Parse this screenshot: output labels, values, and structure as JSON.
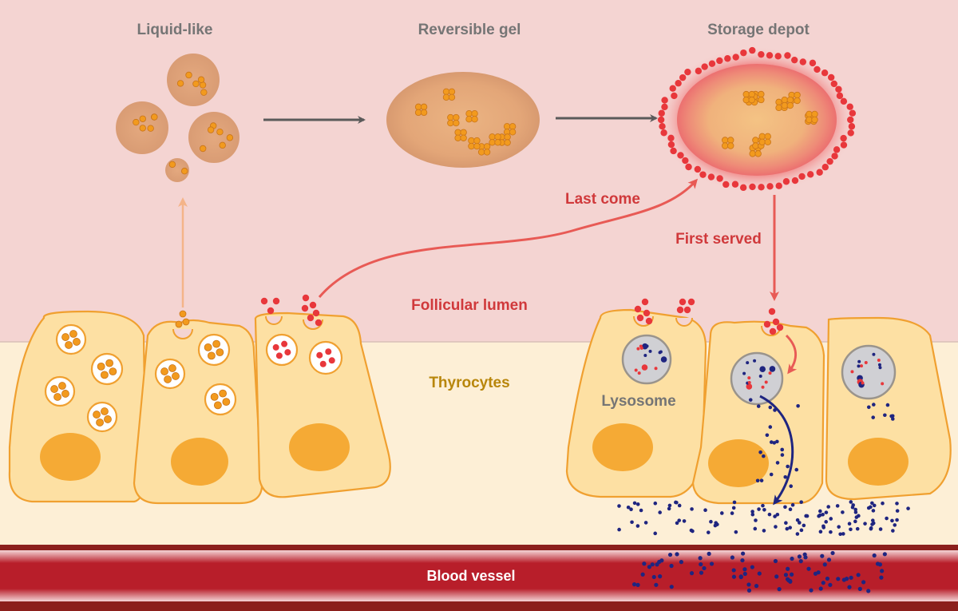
{
  "labels": {
    "liquid_like": "Liquid-like",
    "reversible_gel": "Reversible gel",
    "storage_depot": "Storage depot",
    "last_come": "Last come",
    "first_served": "First served",
    "follicular_lumen": "Follicular lumen",
    "thyrocytes": "Thyrocytes",
    "lysosome": "Lysosome",
    "blood_vessel": "Blood vessel"
  },
  "colors": {
    "lumen": "#f4d4d2",
    "thyrocyte_zone": "#fdefd6",
    "cell_fill": "#fde0a3",
    "cell_outline": "#f0a030",
    "nucleus": "#f5aa35",
    "droplet": "#dfa179",
    "particle_orange": "#f29a1e",
    "protein_red": "#e8373b",
    "iodine_blue": "#1f2580",
    "blood": "#b81e2a",
    "arrow_gray": "#5a5a5a",
    "arrow_red": "#e85a55",
    "arrow_peach": "#f4b489",
    "label_gray": "#757575",
    "label_red": "#d0393b",
    "label_gold": "#b8860b"
  }
}
